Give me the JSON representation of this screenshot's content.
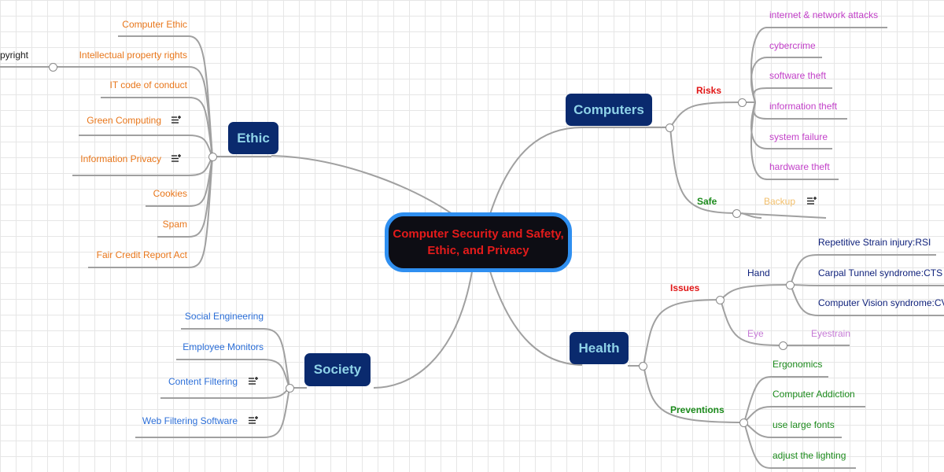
{
  "root": {
    "title": "Computer Security and Safety, Ethic, and Privacy"
  },
  "branches": {
    "computers": {
      "label": "Computers",
      "risks": {
        "label": "Risks",
        "items": [
          "internet & network attacks",
          "cybercrime",
          "software theft",
          "information theft",
          "system failure",
          "hardware theft"
        ]
      },
      "safe": {
        "label": "Safe",
        "items": [
          "Backup"
        ]
      }
    },
    "ethic": {
      "label": "Ethic",
      "items": [
        "Computer Ethic",
        "Intellectual property rights",
        "IT code of conduct",
        "Green Computing",
        "Information Privacy",
        "Cookies",
        "Spam",
        "Fair Credit Report Act"
      ],
      "sub": "pyright"
    },
    "society": {
      "label": "Society",
      "items": [
        "Social Engineering",
        "Employee Monitors",
        "Content Filtering",
        "Web Filtering Software"
      ]
    },
    "health": {
      "label": "Health",
      "issues": {
        "label": "Issues",
        "hand": {
          "label": "Hand",
          "items": [
            "Repetitive Strain injury:RSI",
            "Carpal Tunnel syndrome:CTS",
            "Computer Vision syndrome:CV"
          ]
        },
        "eye": {
          "label": "Eye",
          "items": [
            "Eyestrain"
          ]
        }
      },
      "preventions": {
        "label": "Preventions",
        "items": [
          "Ergonomics",
          "Computer Addiction",
          "use large fonts",
          "adjust the lighting"
        ]
      }
    }
  },
  "colors": {
    "connector": "#a0a0a0",
    "computers_leaf": "#c23fc8",
    "risks_label": "#e01616",
    "safe_label": "#1b8a1b",
    "backup": "#f2bf6b",
    "ethic_leaf": "#e8761a",
    "society_leaf": "#2c6fd8",
    "hand_label": "#0d1f7a",
    "eye_label": "#c67ad6",
    "preventions": "#1b8a1b"
  },
  "icons": [
    "note-icon",
    "collapse-circle-icon"
  ]
}
